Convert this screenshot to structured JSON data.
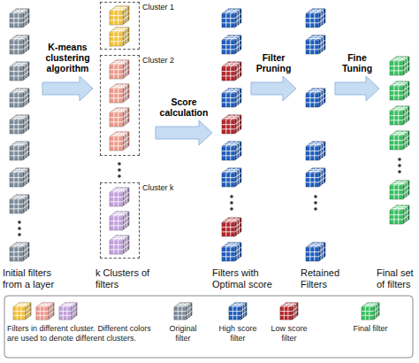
{
  "diagram": {
    "nodes": [
      {
        "text": [
          "Initial filters from a layer"
        ]
      },
      {
        "text": [
          "k Clusters of filters"
        ]
      },
      {
        "text": [
          "Cluster 1"
        ],
        "in": 1
      },
      {
        "text": [
          "Cluster 2"
        ],
        "in": 1
      },
      {
        "text": [
          "Cluster k"
        ],
        "in": 1
      },
      {
        "text": [
          "Filters with Optimal score"
        ]
      },
      {
        "text": [
          "Retained Filters"
        ]
      },
      {
        "text": [
          "Final set of filters"
        ]
      }
    ],
    "edges": [
      {
        "from": 0,
        "to": 1,
        "arrow": "to",
        "label": "K-means clustering algorithm"
      },
      {
        "from": 1,
        "to": 5,
        "arrow": "to",
        "label": "Score calculation"
      },
      {
        "from": 5,
        "to": 6,
        "arrow": "to",
        "label": "Filter Pruning"
      },
      {
        "from": 6,
        "to": 7,
        "arrow": "to",
        "label": "Fine Tuning"
      }
    ],
    "legend": [
      {
        "text": "Filters in different cluster. Different colors are used to denote different clusters."
      },
      {
        "text": "Original filter"
      },
      {
        "text": "High score filter"
      },
      {
        "text": "Low score filter"
      },
      {
        "text": "Final filter"
      }
    ]
  }
}
